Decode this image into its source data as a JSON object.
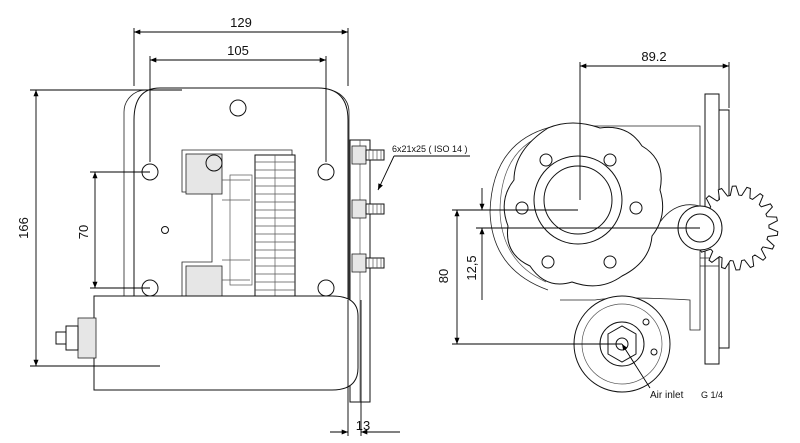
{
  "dimensions": {
    "top_width_outer": "129",
    "top_width_inner": "105",
    "left_height": "166",
    "left_inner_height": "70",
    "bottom_offset": "13",
    "right_width": "89.2",
    "right_height_80": "80",
    "right_height_125": "12,5"
  },
  "labels": {
    "thread_spec": "6x21x25 ( ISO 14 )",
    "air_inlet": "Air inlet",
    "air_inlet_thread": "G 1/4"
  }
}
